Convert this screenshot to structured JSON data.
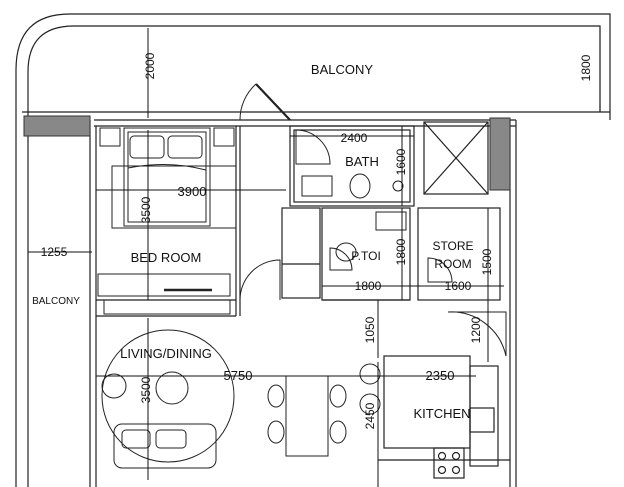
{
  "rooms": {
    "balcony_top": "BALCONY",
    "balcony_left": "BALCONY",
    "bath": "BATH",
    "bedroom": "BED ROOM",
    "ptoi": "P.TOI",
    "store_line1": "STORE",
    "store_line2": "ROOM",
    "living": "LIVING/DINING",
    "kitchen": "KITCHEN"
  },
  "dimensions": {
    "balcony_depth": "2000",
    "balcony_right": "1800",
    "bath_width": "2400",
    "bath_depth": "1600",
    "bed_width": "3900",
    "bed_depth": "3500",
    "left_balcony": "1255",
    "ptoi_depth": "1800",
    "ptoi_width": "1800",
    "store_width": "1600",
    "store_depth": "1500",
    "entry_width": "1200",
    "passage": "1050",
    "living_width": "5750",
    "living_depth": "3500",
    "kitchen_width": "2350",
    "kitchen_depth": "2450"
  }
}
